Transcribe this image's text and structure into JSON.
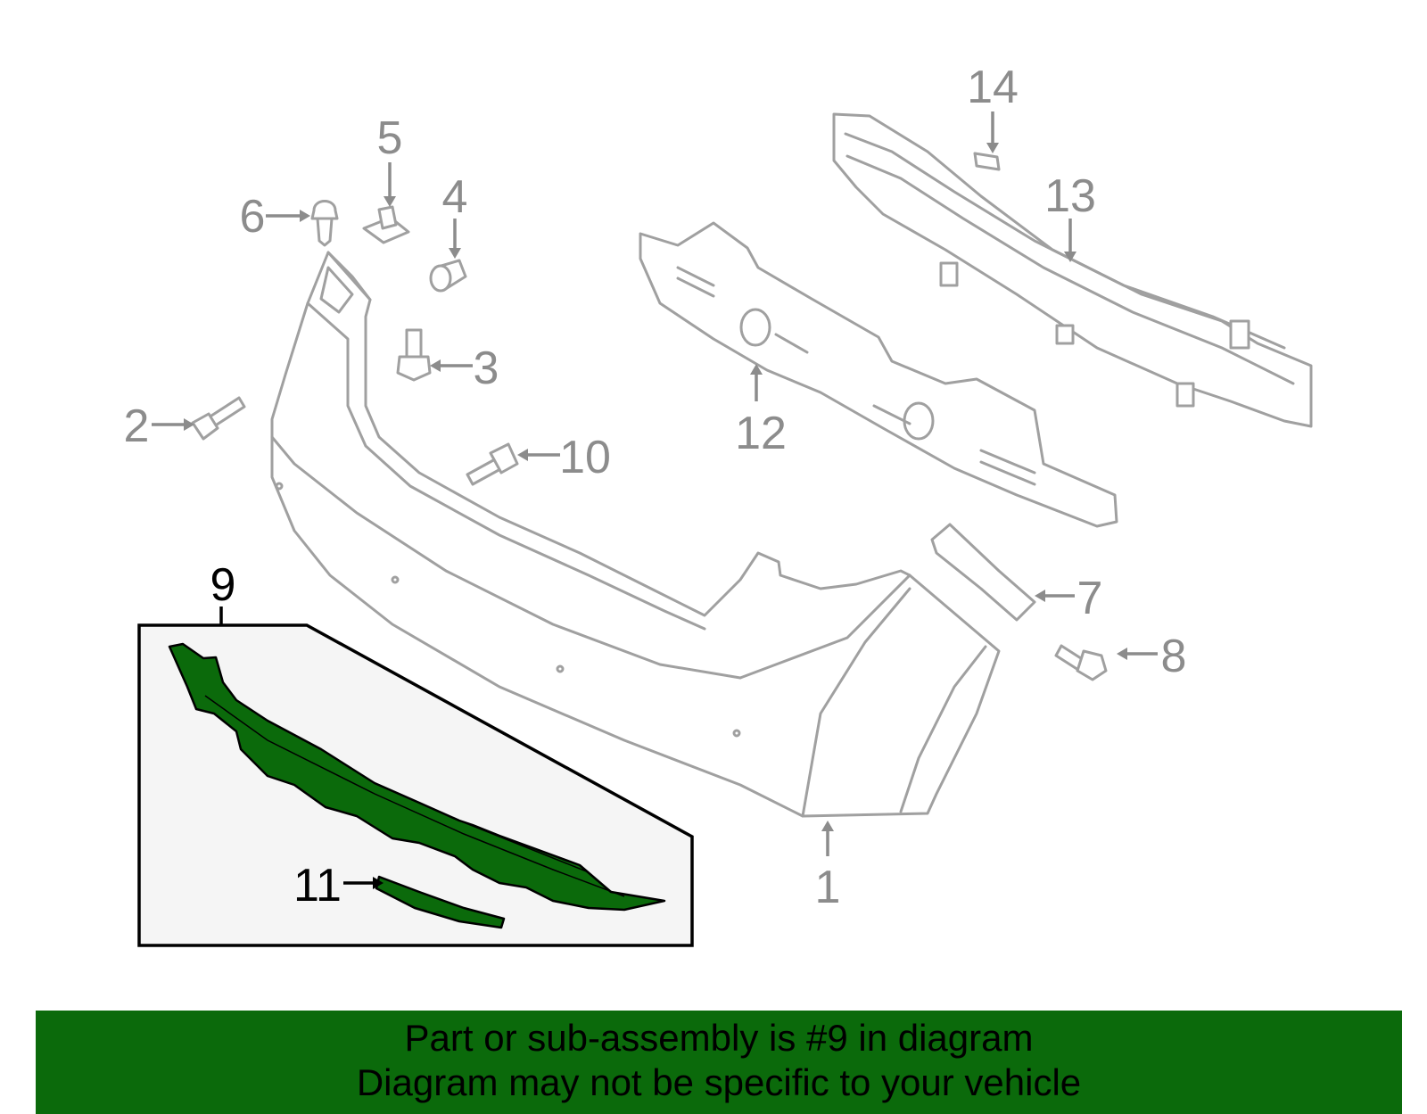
{
  "callouts": {
    "c1": "1",
    "c2": "2",
    "c3": "3",
    "c4": "4",
    "c5": "5",
    "c6": "6",
    "c7": "7",
    "c8": "8",
    "c9": "9",
    "c10": "10",
    "c11": "11",
    "c12": "12",
    "c13": "13",
    "c14": "14"
  },
  "highlight_callout": "9",
  "colors": {
    "highlight_part": "#0b6a0b",
    "banner_background": "#0b6a0b",
    "inset_background": "#f5f5f5",
    "part_outline": "#a0a0a0"
  },
  "banner": {
    "line1": "Part or sub-assembly is #9 in diagram",
    "line2": "Diagram may not be specific to your vehicle"
  }
}
